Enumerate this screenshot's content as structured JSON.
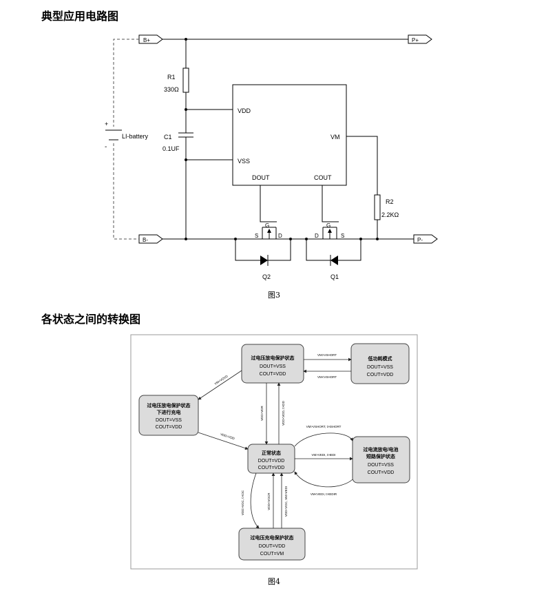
{
  "headings": {
    "circuit": "典型应用电路图",
    "states": "各状态之间的转换图"
  },
  "captions": {
    "fig3": "图3",
    "fig4": "图4"
  },
  "circuit": {
    "ports": {
      "bplus": "B+",
      "pplus": "P+",
      "bminus": "B-",
      "pminus": "P-"
    },
    "r1": {
      "name": "R1",
      "value": "330Ω"
    },
    "c1": {
      "name": "C1",
      "value": "0.1UF"
    },
    "r2": {
      "name": "R2",
      "value": "2.2KΩ"
    },
    "battery": {
      "label": "LI-battery",
      "plus": "+",
      "minus": "-"
    },
    "ic_pins": {
      "vdd": "VDD",
      "vss": "VSS",
      "vm": "VM",
      "dout": "DOUT",
      "cout": "COUT"
    },
    "q2": {
      "name": "Q2",
      "g": "G",
      "s": "S",
      "d": "D"
    },
    "q1": {
      "name": "Q1",
      "g": "G",
      "d": "D",
      "s": "S"
    }
  },
  "states": {
    "ovd_protect": {
      "title": "过电压放电保护状态",
      "l1": "DOUT=VSS",
      "l2": "COUT=VDD"
    },
    "low_power": {
      "title": "低功耗模式",
      "l1": "DOUT=VSS",
      "l2": "COUT=VDD"
    },
    "ovd_charge": {
      "title1": "过电压放电保护状态",
      "title2": "下进行充电",
      "l1": "DOUT=VSS",
      "l2": "COUT=VDD"
    },
    "normal": {
      "title": "正常状态",
      "l1": "DOUT=VDD",
      "l2": "COUT=VDD"
    },
    "overcurrent": {
      "title1": "过电流放电/电池",
      "title2": "短路保护状态",
      "l1": "DOUT=VSS",
      "l2": "COUT=VDD"
    },
    "ovc_protect": {
      "title": "过电压充电保护状态",
      "l1": "DOUT=VDD",
      "l2": "COUT=VM"
    }
  },
  "transitions": {
    "to_low": "VM>VSHORT",
    "from_low": "VM<VSHORT",
    "to_ovd_charge": "VM<VOVD",
    "ovd_charge_to_normal": "VDD>VDD",
    "ovd_to_normal": "VDD>VDR",
    "normal_to_ovd": "VDD<VDD, t>tDD",
    "to_oc_short": "VM>VSHORT, t>tSHORT",
    "to_oc_edi": "VM>VEDI, t>tEDI",
    "oc_to_normal": "VM<VEDI, t>tEDIR",
    "to_ovc": "VDD>VOC, t>tOC",
    "ovc_back_a": "VDD<VOCR",
    "ovc_back_b": "VDD<VOC, VM>VEDI"
  }
}
